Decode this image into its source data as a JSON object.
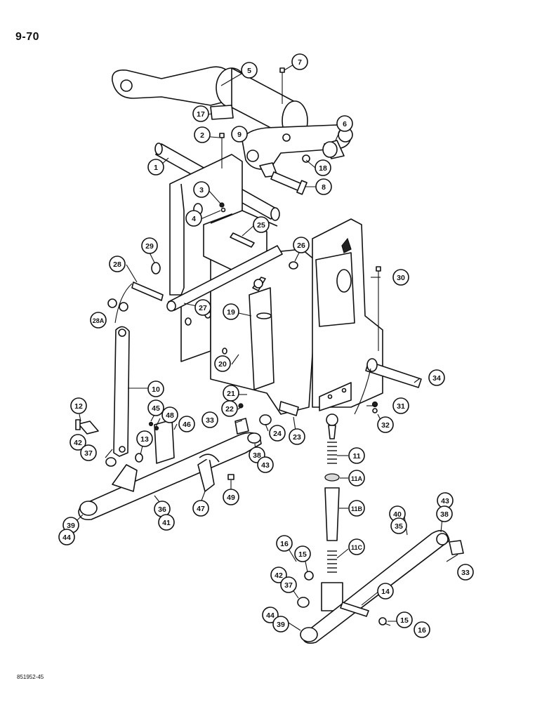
{
  "page": {
    "number": "9-70",
    "document_code": "851952-45"
  },
  "callouts": [
    {
      "id": "c1",
      "label": "1"
    },
    {
      "id": "c2",
      "label": "2"
    },
    {
      "id": "c3",
      "label": "3"
    },
    {
      "id": "c4",
      "label": "4"
    },
    {
      "id": "c5",
      "label": "5"
    },
    {
      "id": "c6",
      "label": "6"
    },
    {
      "id": "c7",
      "label": "7"
    },
    {
      "id": "c8",
      "label": "8"
    },
    {
      "id": "c9",
      "label": "9"
    },
    {
      "id": "c10",
      "label": "10"
    },
    {
      "id": "c11",
      "label": "11"
    },
    {
      "id": "c11a",
      "label": "11A"
    },
    {
      "id": "c11b",
      "label": "11B"
    },
    {
      "id": "c11c",
      "label": "11C"
    },
    {
      "id": "c12",
      "label": "12"
    },
    {
      "id": "c13",
      "label": "13"
    },
    {
      "id": "c14",
      "label": "14"
    },
    {
      "id": "c15a",
      "label": "15"
    },
    {
      "id": "c15b",
      "label": "15"
    },
    {
      "id": "c16a",
      "label": "16"
    },
    {
      "id": "c16b",
      "label": "16"
    },
    {
      "id": "c17",
      "label": "17"
    },
    {
      "id": "c18",
      "label": "18"
    },
    {
      "id": "c19",
      "label": "19"
    },
    {
      "id": "c20",
      "label": "20"
    },
    {
      "id": "c21",
      "label": "21"
    },
    {
      "id": "c22",
      "label": "22"
    },
    {
      "id": "c23",
      "label": "23"
    },
    {
      "id": "c24",
      "label": "24"
    },
    {
      "id": "c25",
      "label": "25"
    },
    {
      "id": "c26",
      "label": "26"
    },
    {
      "id": "c27",
      "label": "27"
    },
    {
      "id": "c28",
      "label": "28"
    },
    {
      "id": "c28a",
      "label": "28A"
    },
    {
      "id": "c29",
      "label": "29"
    },
    {
      "id": "c30",
      "label": "30"
    },
    {
      "id": "c31",
      "label": "31"
    },
    {
      "id": "c32",
      "label": "32"
    },
    {
      "id": "c33a",
      "label": "33"
    },
    {
      "id": "c33b",
      "label": "33"
    },
    {
      "id": "c34",
      "label": "34"
    },
    {
      "id": "c3637_36",
      "label": "36"
    },
    {
      "id": "c3637_41",
      "label": "41"
    },
    {
      "id": "c3742_42",
      "label": "42"
    },
    {
      "id": "c3742_37",
      "label": "37"
    },
    {
      "id": "c3742b_42",
      "label": "42"
    },
    {
      "id": "c3742b_37",
      "label": "37"
    },
    {
      "id": "c3843_38",
      "label": "38"
    },
    {
      "id": "c3843_43",
      "label": "43"
    },
    {
      "id": "c4338_43",
      "label": "43"
    },
    {
      "id": "c4338_38",
      "label": "38"
    },
    {
      "id": "c3944_39",
      "label": "39"
    },
    {
      "id": "c3944_44",
      "label": "44"
    },
    {
      "id": "c4439_44",
      "label": "44"
    },
    {
      "id": "c4439_39",
      "label": "39"
    },
    {
      "id": "c4035_40",
      "label": "40"
    },
    {
      "id": "c4035_35",
      "label": "35"
    },
    {
      "id": "c45",
      "label": "45"
    },
    {
      "id": "c46",
      "label": "46"
    },
    {
      "id": "c47",
      "label": "47"
    },
    {
      "id": "c48",
      "label": "48"
    },
    {
      "id": "c49",
      "label": "49"
    }
  ]
}
